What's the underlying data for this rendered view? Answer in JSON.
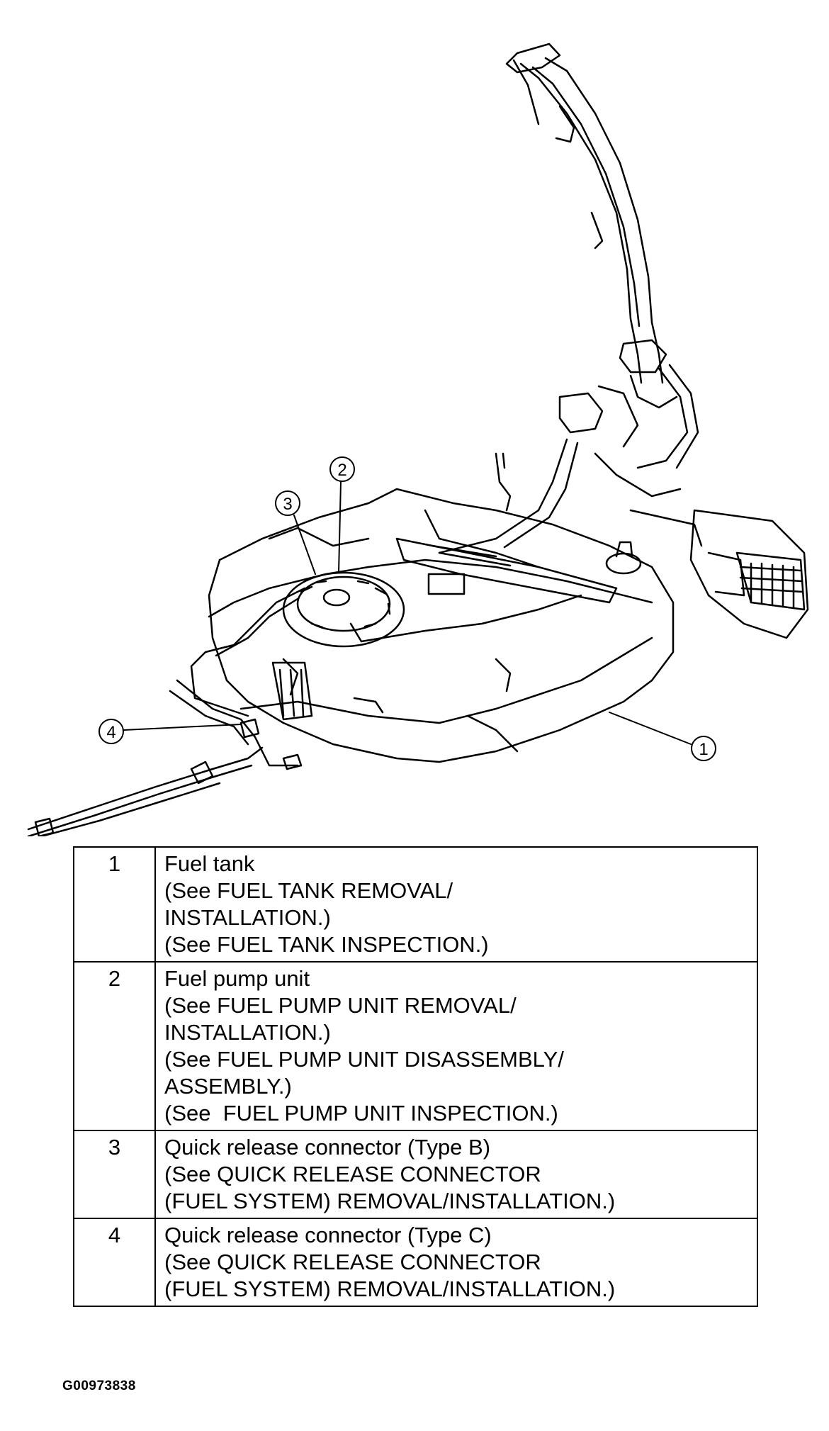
{
  "callouts": [
    "1",
    "2",
    "3",
    "4"
  ],
  "legend": [
    {
      "num": "1",
      "lines": [
        "Fuel tank",
        "(See FUEL TANK REMOVAL/",
        "INSTALLATION.)",
        "(See FUEL TANK INSPECTION.)"
      ]
    },
    {
      "num": "2",
      "lines": [
        "Fuel pump unit",
        "(See FUEL PUMP UNIT REMOVAL/",
        "INSTALLATION.)",
        "(See FUEL PUMP UNIT DISASSEMBLY/",
        "ASSEMBLY.)",
        "(See  FUEL PUMP UNIT INSPECTION.)"
      ]
    },
    {
      "num": "3",
      "lines": [
        "Quick release connector (Type B)",
        "(See QUICK RELEASE CONNECTOR",
        "(FUEL SYSTEM) REMOVAL/INSTALLATION.)"
      ]
    },
    {
      "num": "4",
      "lines": [
        "Quick release connector (Type C)",
        "(See QUICK RELEASE CONNECTOR",
        "(FUEL SYSTEM) REMOVAL/INSTALLATION.)"
      ]
    }
  ],
  "figure_id": "G00973838"
}
